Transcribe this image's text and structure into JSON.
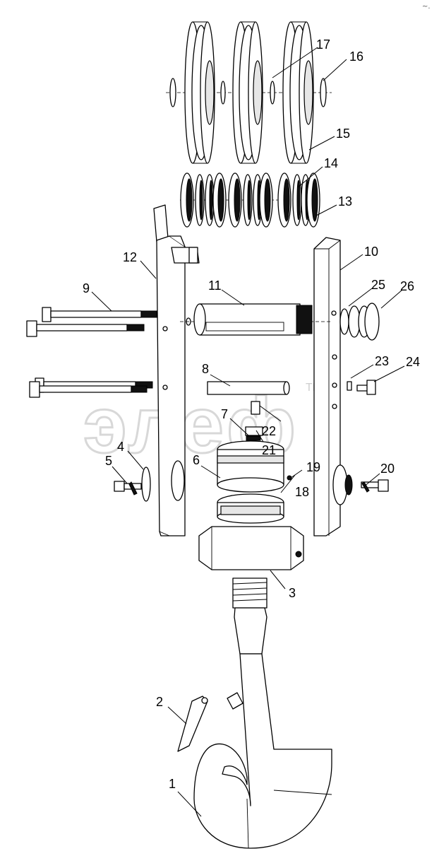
{
  "diagram": {
    "watermark": {
      "text": "элеф",
      "trademark": "TM"
    },
    "corner_mark": "~.",
    "callouts": [
      {
        "id": "p1",
        "number": "1"
      },
      {
        "id": "p2",
        "number": "2"
      },
      {
        "id": "p3",
        "number": "3"
      },
      {
        "id": "p4",
        "number": "4"
      },
      {
        "id": "p5",
        "number": "5"
      },
      {
        "id": "p6",
        "number": "6"
      },
      {
        "id": "p7",
        "number": "7"
      },
      {
        "id": "p8",
        "number": "8"
      },
      {
        "id": "p9",
        "number": "9"
      },
      {
        "id": "p10",
        "number": "10"
      },
      {
        "id": "p11",
        "number": "11"
      },
      {
        "id": "p12",
        "number": "12"
      },
      {
        "id": "p13",
        "number": "13"
      },
      {
        "id": "p14",
        "number": "14"
      },
      {
        "id": "p15",
        "number": "15"
      },
      {
        "id": "p16",
        "number": "16"
      },
      {
        "id": "p17",
        "number": "17"
      },
      {
        "id": "p18",
        "number": "18"
      },
      {
        "id": "p19",
        "number": "19"
      },
      {
        "id": "p20",
        "number": "20"
      },
      {
        "id": "p21",
        "number": "21"
      },
      {
        "id": "p22",
        "number": "22"
      },
      {
        "id": "p23",
        "number": "23"
      },
      {
        "id": "p24",
        "number": "24"
      },
      {
        "id": "p25",
        "number": "25"
      },
      {
        "id": "p26",
        "number": "26"
      }
    ]
  }
}
